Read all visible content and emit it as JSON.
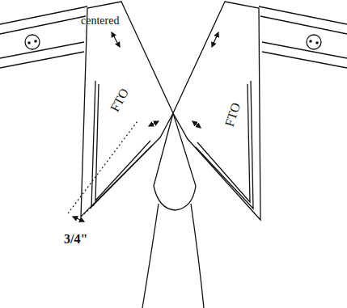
{
  "diagram": {
    "labels": [
      "centered",
      "FTO",
      "FTO",
      "3/4\""
    ]
  }
}
